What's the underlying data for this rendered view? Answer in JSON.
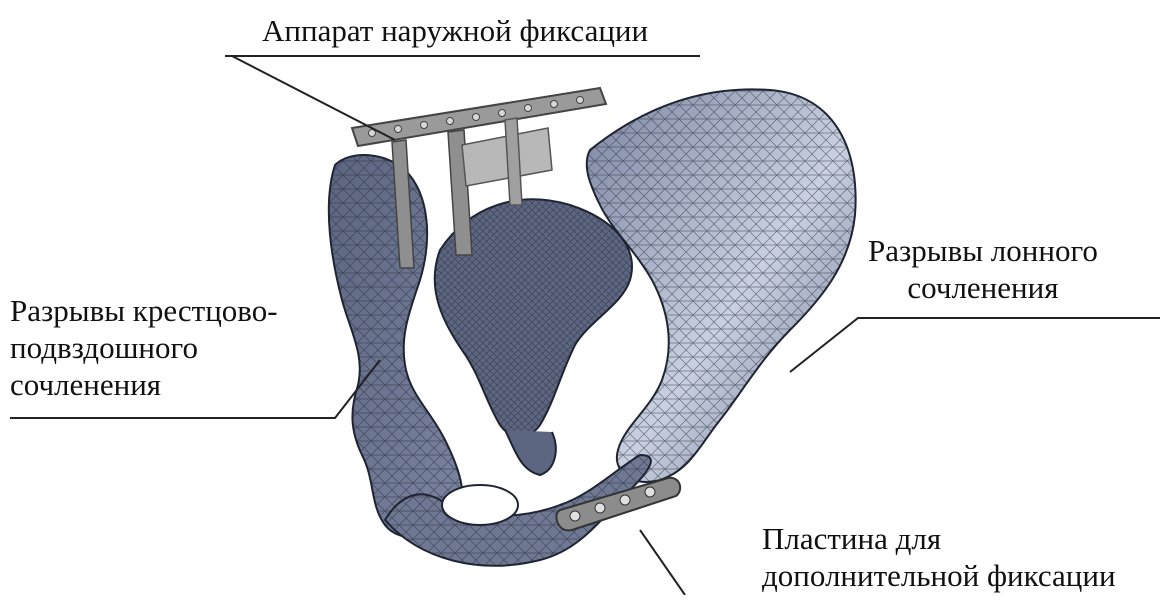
{
  "labels": {
    "external_fixator": "Аппарат наружной фиксации",
    "sacroiliac_line1": "Разрывы крестцово-",
    "sacroiliac_line2": "подвздошного",
    "sacroiliac_line3": "сочленения",
    "pubic_line1": "Разрывы  лонного",
    "pubic_line2": "сочленения",
    "plate_line1": "Пластина для",
    "plate_line2": "дополнительной фиксации"
  },
  "colors": {
    "bone_fill": "#6c7590",
    "bone_light": "#aab3c8",
    "bone_mesh": "#1f2433",
    "metal_fill": "#9a9a9a",
    "metal_dark": "#5a5a5a",
    "leader_line": "#222222",
    "text": "#111111"
  }
}
